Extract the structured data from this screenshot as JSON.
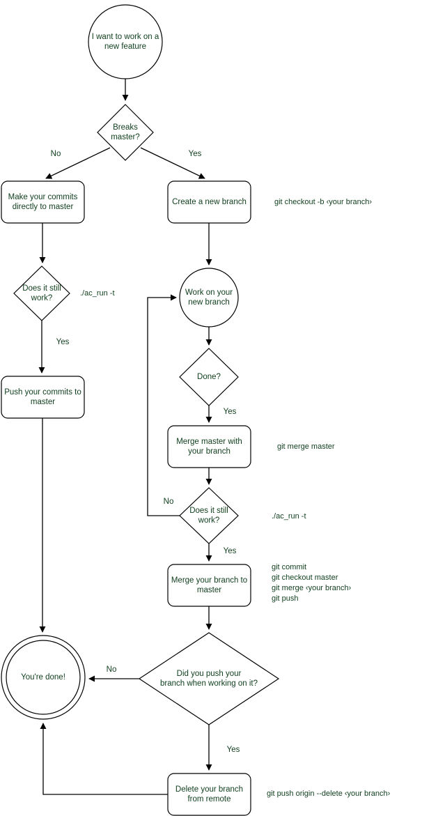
{
  "diagram": {
    "title": "Git feature branch workflow flowchart",
    "text_color": "#12401f",
    "line_color": "#000000",
    "background": "#ffffff",
    "nodes": [
      {
        "id": "start",
        "shape": "circle",
        "label": "I want to work on a\nnew feature"
      },
      {
        "id": "breaks",
        "shape": "diamond",
        "label": "Breaks\nmaster?"
      },
      {
        "id": "direct",
        "shape": "rounded-rect",
        "label": "Make your commits\ndirectly to master"
      },
      {
        "id": "newbranch",
        "shape": "rounded-rect",
        "label": "Create a new branch"
      },
      {
        "id": "stillwork1",
        "shape": "diamond",
        "label": "Does it still\nwork?"
      },
      {
        "id": "workon",
        "shape": "circle",
        "label": "Work on your\nnew branch"
      },
      {
        "id": "pushmaster",
        "shape": "rounded-rect",
        "label": "Push your commits to\nmaster"
      },
      {
        "id": "done",
        "shape": "diamond",
        "label": "Done?"
      },
      {
        "id": "mergemaster",
        "shape": "rounded-rect",
        "label": "Merge master with\nyour branch"
      },
      {
        "id": "stillwork2",
        "shape": "diamond",
        "label": "Does it still\nwork?"
      },
      {
        "id": "mergebranch",
        "shape": "rounded-rect",
        "label": "Merge your branch to\nmaster"
      },
      {
        "id": "didpush",
        "shape": "diamond",
        "label": "Did you push your\nbranch when working on it?"
      },
      {
        "id": "deletebranch",
        "shape": "rounded-rect",
        "label": "Delete your branch\nfrom remote"
      },
      {
        "id": "youredone",
        "shape": "double-circle",
        "label": "You're done!"
      }
    ],
    "edge_labels": [
      {
        "id": "breaks-no",
        "text": "No"
      },
      {
        "id": "breaks-yes",
        "text": "Yes"
      },
      {
        "id": "stillwork1-yes",
        "text": "Yes"
      },
      {
        "id": "done-yes",
        "text": "Yes"
      },
      {
        "id": "stillwork2-no",
        "text": "No"
      },
      {
        "id": "stillwork2-yes",
        "text": "Yes"
      },
      {
        "id": "didpush-no",
        "text": "No"
      },
      {
        "id": "didpush-yes",
        "text": "Yes"
      }
    ],
    "annotations": [
      {
        "id": "annot-newbranch",
        "text": "git checkout -b ‹your branch›"
      },
      {
        "id": "annot-stillwork1",
        "text": "./ac_run -t"
      },
      {
        "id": "annot-mergemaster",
        "text": "git merge master"
      },
      {
        "id": "annot-stillwork2",
        "text": "./ac_run -t"
      },
      {
        "id": "annot-mergebranch",
        "text": "git commit\ngit checkout master\ngit merge ‹your branch›\ngit push"
      },
      {
        "id": "annot-deletebranch",
        "text": "git push origin --delete ‹your branch›"
      }
    ]
  }
}
